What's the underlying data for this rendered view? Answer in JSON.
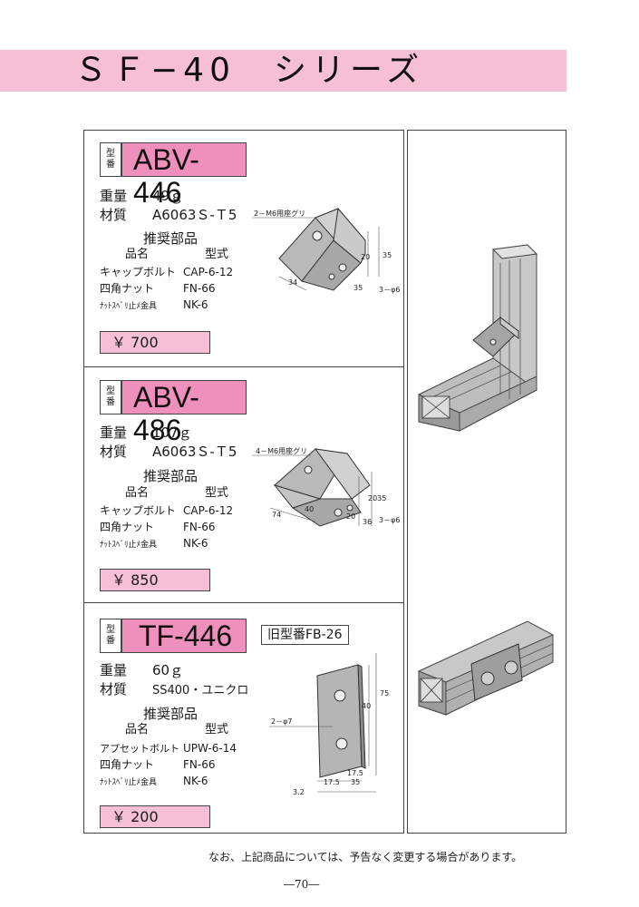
{
  "header": {
    "title": "ＳＦ−40　シリーズ"
  },
  "kataban_label": [
    "型",
    "番"
  ],
  "products": [
    {
      "model": "ABV-446",
      "old_model": "",
      "weight_label": "重量",
      "weight": "49ｇ",
      "material_label": "材質",
      "material": "A6063Ｓ-Ｔ5",
      "recommended_title": "推奨部品",
      "col_part": "品名",
      "col_type": "型式",
      "parts": [
        {
          "name": "キャップボルト",
          "type": "CAP-6-12"
        },
        {
          "name": "四角ナット",
          "type": "FN-66"
        },
        {
          "name": "ﾅｯﾄｽﾍﾞﾘ止ﾒ金具",
          "type": "NK-6"
        }
      ],
      "price": "￥ 700",
      "dims": [
        "2－M6用座グリ",
        "35",
        "20",
        "34",
        "35",
        "3－φ6"
      ]
    },
    {
      "model": "ABV-486",
      "old_model": "",
      "weight_label": "重量",
      "weight": "107ｇ",
      "material_label": "材質",
      "material": "A6063Ｓ-Ｔ5",
      "recommended_title": "推奨部品",
      "col_part": "品名",
      "col_type": "型式",
      "parts": [
        {
          "name": "キャップボルト",
          "type": "CAP-6-12"
        },
        {
          "name": "四角ナット",
          "type": "FN-66"
        },
        {
          "name": "ﾅｯﾄｽﾍﾞﾘ止ﾒ金具",
          "type": "NK-6"
        }
      ],
      "price": "￥ 850",
      "dims": [
        "4－M6用座グリ",
        "2035",
        "74",
        "40",
        "20",
        "36",
        "3－φ6"
      ]
    },
    {
      "model": "TF-446",
      "old_model": "旧型番FB-26",
      "weight_label": "重量",
      "weight": "60ｇ",
      "material_label": "材質",
      "material": "SS400・ユニクロ",
      "recommended_title": "推奨部品",
      "col_part": "品名",
      "col_type": "型式",
      "parts": [
        {
          "name": "アプセットボルト",
          "type": "UPW-6-14"
        },
        {
          "name": "四角ナット",
          "type": "FN-66"
        },
        {
          "name": "ﾅｯﾄｽﾍﾞﾘ止ﾒ金具",
          "type": "NK-6"
        }
      ],
      "price": "￥ 200",
      "dims": [
        "75",
        "40",
        "2－φ7",
        "17.5",
        "17.5",
        "35",
        "3.2"
      ]
    }
  ],
  "footnote": "なお、上記商品については、予告なく変更する場合があります。",
  "page_number": "―70―"
}
